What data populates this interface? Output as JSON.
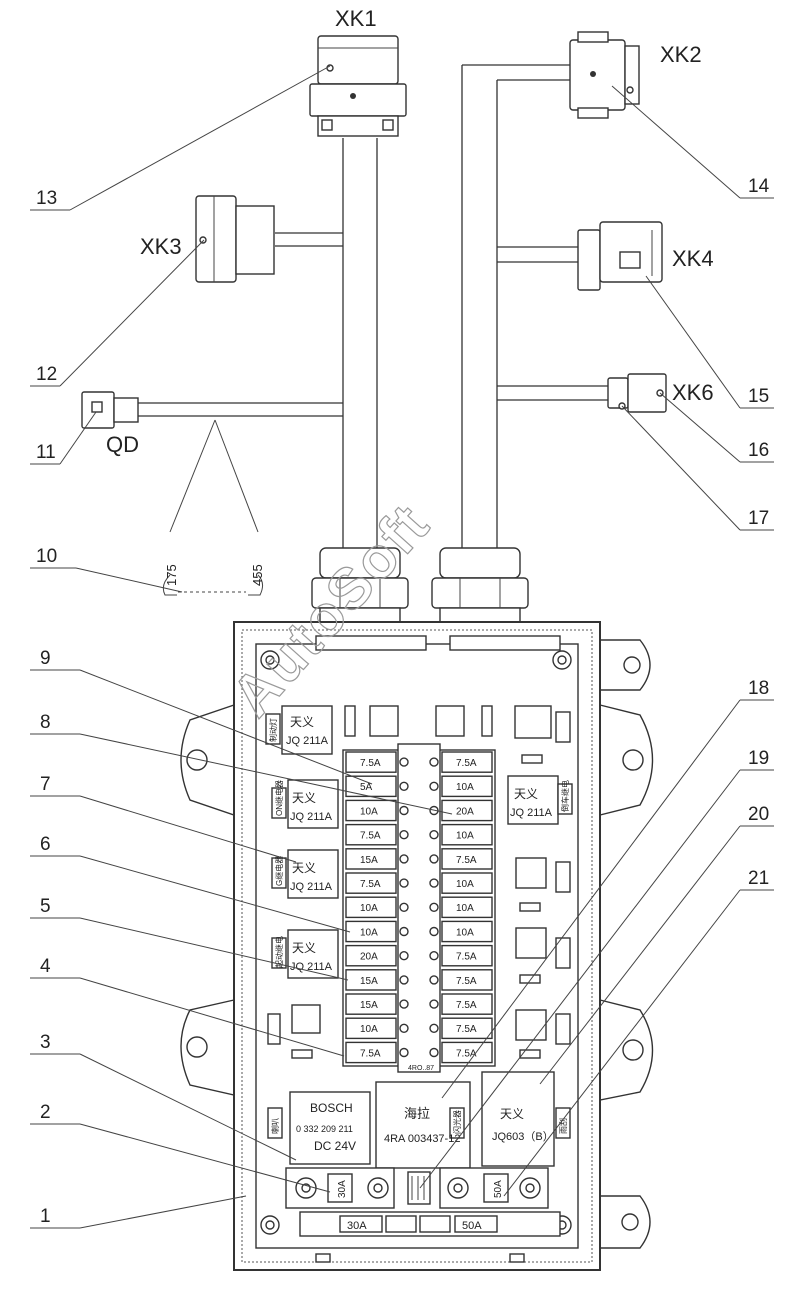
{
  "connectors": {
    "xk1": "XK1",
    "xk2": "XK2",
    "xk3": "XK3",
    "xk4": "XK4",
    "xk6": "XK6",
    "qd": "QD"
  },
  "dimensions": {
    "short": "175",
    "long": "455"
  },
  "callouts": [
    "1",
    "2",
    "3",
    "4",
    "5",
    "6",
    "7",
    "8",
    "9",
    "10",
    "11",
    "12",
    "13",
    "14",
    "15",
    "16",
    "17",
    "18",
    "19",
    "20",
    "21"
  ],
  "watermark": "AutoSoft",
  "relays": [
    {
      "brand": "天义",
      "model": "JQ 211A",
      "tag": "制动灯"
    },
    {
      "brand": "天义",
      "model": "JQ 211A",
      "tag": "ON继电器"
    },
    {
      "brand": "天义",
      "model": "JQ 211A",
      "tag": "G继电器"
    },
    {
      "brand": "天义",
      "model": "JQ 211A",
      "tag": "起动继电"
    },
    {
      "brand": "天义",
      "model": "JQ 211A",
      "tag": "倒车继电"
    }
  ],
  "bosch": {
    "brand": "BOSCH",
    "part": "0 332 209 211",
    "voltage": "DC 24V",
    "tag": "喇叭"
  },
  "hella": {
    "brand": "海拉",
    "part": "4RA 003437-12",
    "tag": "闪光器"
  },
  "jq603": {
    "brand": "天义",
    "part": "JQ603（B）",
    "tag": "雨刮"
  },
  "fuse_left": [
    "7.5A",
    "5A",
    "10A",
    "7.5A",
    "15A",
    "7.5A",
    "10A",
    "10A",
    "20A",
    "15A",
    "15A",
    "10A",
    "7.5A"
  ],
  "fuse_right": [
    "7.5A",
    "10A",
    "20A",
    "10A",
    "7.5A",
    "10A",
    "10A",
    "10A",
    "7.5A",
    "7.5A",
    "7.5A",
    "7.5A",
    "7.5A"
  ],
  "big_fuses": {
    "f30": "30A",
    "f50": "50A"
  },
  "bottom_fuses": {
    "f30": "30A",
    "f50": "50A"
  }
}
